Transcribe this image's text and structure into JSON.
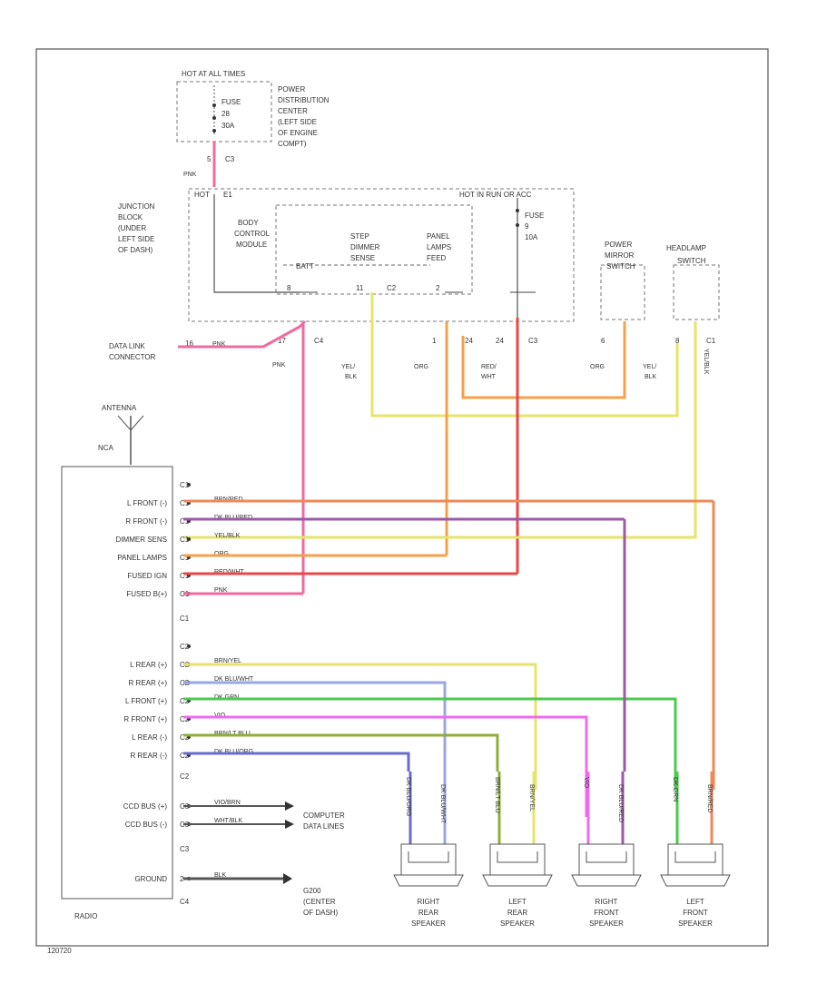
{
  "power_distribution": {
    "hot_at_all_times": "HOT AT ALL TIMES",
    "fuse_lines": [
      "FUSE",
      "28",
      "30A"
    ],
    "label_lines": [
      "POWER",
      "DISTRIBUTION",
      "CENTER",
      "(LEFT SIDE",
      "OF ENGINE",
      "COMPT)"
    ],
    "pin": "5",
    "connector": "C3"
  },
  "junction_block": {
    "label_lines": [
      "JUNCTION",
      "BLOCK",
      "(UNDER",
      "LEFT SIDE",
      "OF DASH)"
    ],
    "hot_label": "HOT",
    "pin_e1": "E1",
    "hot_in_run": "HOT IN RUN OR ACC",
    "fuse_lines": [
      "FUSE",
      "9",
      "10A"
    ],
    "bcm_lines": [
      "BODY",
      "CONTROL",
      "MODULE"
    ],
    "batt_label": "BATT",
    "step_dimmer_lines": [
      "STEP",
      "DIMMER",
      "SENSE"
    ],
    "panel_lamps_lines": [
      "PANEL",
      "LAMPS",
      "FEED"
    ],
    "pins": {
      "p8": "8",
      "p11": "11",
      "c2": "C2",
      "p2": "2",
      "p1": "1",
      "p24": "24",
      "p24b": "24",
      "c4": "C4",
      "c3": "C3"
    }
  },
  "switches": {
    "power_mirror_lines": [
      "POWER",
      "MIRROR",
      "SWITCH"
    ],
    "headlamp_lines": [
      "HEADLAMP",
      "SWITCH"
    ],
    "pin_mirror": "6",
    "pin_headlamp": "8",
    "connector": "C1"
  },
  "data_link": {
    "label_lines": [
      "DATA LINK",
      "CONNECTOR"
    ],
    "pin": "16",
    "wire": "PNK",
    "junction_pin": "17"
  },
  "wire_colors": {
    "pnk_top": "PNK",
    "pnk_mid": "PNK",
    "yel_blk_lines": [
      "YEL/",
      "BLK"
    ],
    "org": "ORG",
    "red_wht_lines": [
      "RED/",
      "WHT"
    ],
    "org2": "ORG",
    "yel_blk2_lines": [
      "YEL/",
      "BLK"
    ],
    "yel_blk_vertical": "YEL/BLK"
  },
  "antenna": {
    "label": "ANTENNA",
    "nca": "NCA"
  },
  "radio": {
    "name": "RADIO",
    "c1_pins": [
      {
        "pin": "1",
        "label": "",
        "wire": ""
      },
      {
        "pin": "2",
        "label": "L FRONT (-)",
        "wire": "BRN/RED"
      },
      {
        "pin": "3",
        "label": "R FRONT (-)",
        "wire": "DK BLU/RED"
      },
      {
        "pin": "4",
        "label": "DIMMER SENS",
        "wire": "YEL/BLK"
      },
      {
        "pin": "5",
        "label": "PANEL LAMPS",
        "wire": "ORG"
      },
      {
        "pin": "6",
        "label": "FUSED IGN",
        "wire": "RED/WHT"
      },
      {
        "pin": "7",
        "label": "FUSED B(+)",
        "wire": "PNK"
      }
    ],
    "c1": "C1",
    "c2_pins": [
      {
        "pin": "1",
        "label": "",
        "wire": ""
      },
      {
        "pin": "2",
        "label": "L REAR (+)",
        "wire": "BRN/YEL"
      },
      {
        "pin": "3",
        "label": "R REAR (+)",
        "wire": "DK BLU/WHT"
      },
      {
        "pin": "4",
        "label": "L FRONT (+)",
        "wire": "DK GRN"
      },
      {
        "pin": "5",
        "label": "R FRONT (+)",
        "wire": "VIO"
      },
      {
        "pin": "6",
        "label": "L REAR (-)",
        "wire": "BRN/LT BLU"
      },
      {
        "pin": "7",
        "label": "R REAR (-)",
        "wire": "DK BLU/ORG"
      }
    ],
    "c2": "C2",
    "c3_pins": [
      {
        "pin": "1",
        "label": "CCD BUS (+)",
        "wire": "VIO/BRN"
      },
      {
        "pin": "2",
        "label": "CCD BUS (-)",
        "wire": "WHT/BLK"
      }
    ],
    "c3": "C3",
    "ground_pin": {
      "pin": "2",
      "label": "GROUND",
      "wire": "BLK"
    },
    "c4": "C4"
  },
  "computer_data_lines": [
    "COMPUTER",
    "DATA LINES"
  ],
  "ground_location": [
    "G200",
    "(CENTER",
    "OF DASH)"
  ],
  "speakers": [
    {
      "name_lines": [
        "RIGHT",
        "REAR",
        "SPEAKER"
      ],
      "wire_left": "DK BLU/ORG",
      "wire_right": "DK BLU/WHT"
    },
    {
      "name_lines": [
        "LEFT",
        "REAR",
        "SPEAKER"
      ],
      "wire_left": "BRN/LT BLU",
      "wire_right": "BRN/YEL"
    },
    {
      "name_lines": [
        "RIGHT",
        "FRONT",
        "SPEAKER"
      ],
      "wire_left": "VIO",
      "wire_right": "DK BLU/RED"
    },
    {
      "name_lines": [
        "LEFT",
        "FRONT",
        "SPEAKER"
      ],
      "wire_left": "DK GRN",
      "wire_right": "BRN/RED"
    }
  ],
  "footer_code": "120720",
  "colors": {
    "pnk": "#f06aa0",
    "red": "#e84848",
    "orange": "#f5a04a",
    "yellow": "#e6e46a",
    "blue": "#6a6acf",
    "lightblue": "#9aa6e6",
    "green": "#4ec84e",
    "violet": "#ef6aef",
    "brnblu": "#8fae3a",
    "purple": "#9a5aa6",
    "brnred": "#ee8a5a",
    "gray": "#6a6a6a"
  }
}
